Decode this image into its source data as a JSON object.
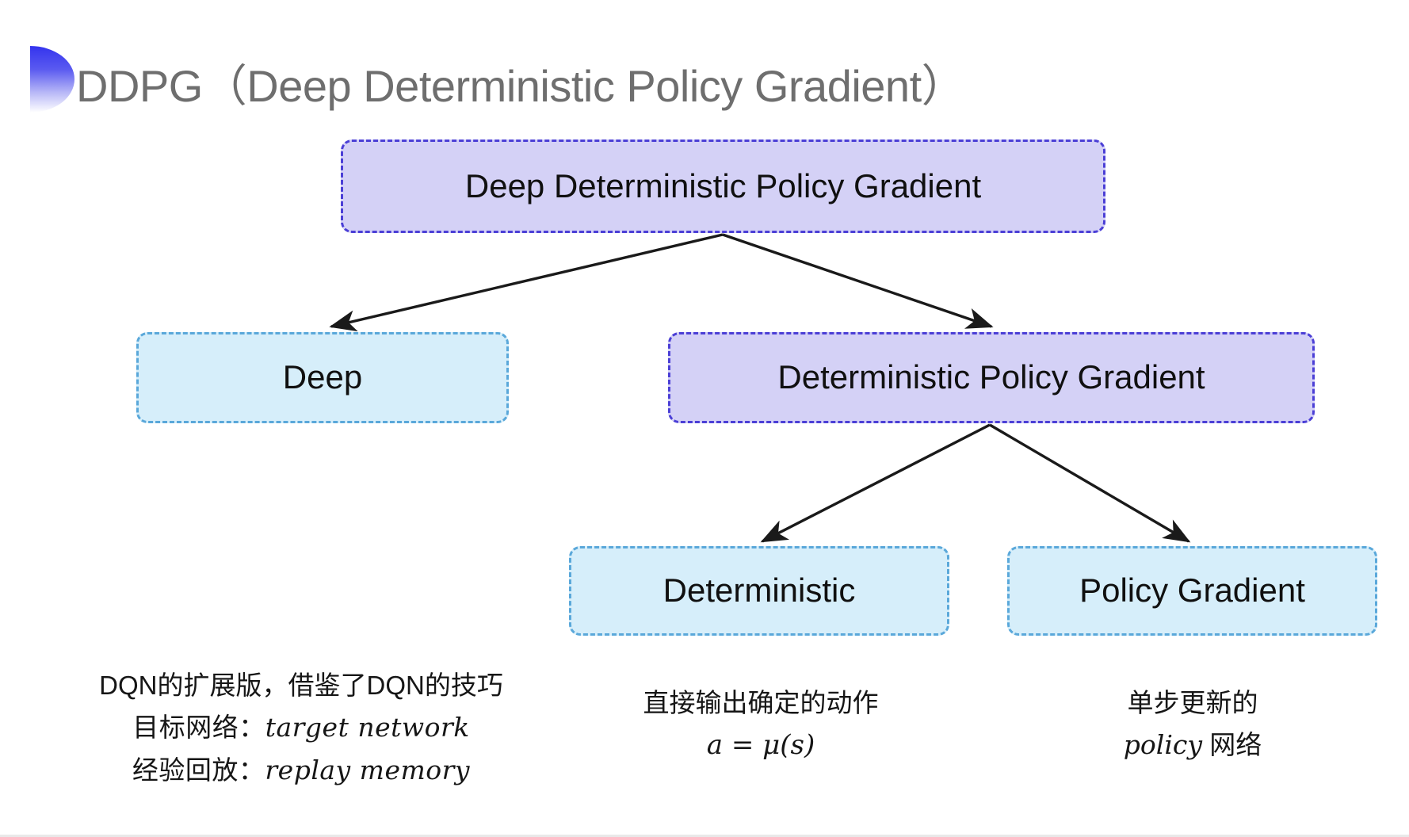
{
  "slide": {
    "title": "DDPG（Deep Deterministic Policy Gradient）",
    "background_color": "#ffffff",
    "title_color": "#6e6e6e",
    "bullet_icon": "half-circle-gradient-icon",
    "bullet_gradient_from": "#3333ee",
    "bullet_gradient_to": "#ffffff"
  },
  "palette": {
    "purple_fill": "#d4d1f6",
    "purple_border": "#4b3fd6",
    "blue_fill": "#d6eefa",
    "blue_border": "#5aa8da",
    "arrow_color": "#1a1a1a",
    "text_color": "#101010"
  },
  "diagram": {
    "type": "tree",
    "nodes": [
      {
        "id": "root",
        "label": "Deep Deterministic Policy Gradient",
        "style": "purple"
      },
      {
        "id": "deep",
        "label": "Deep",
        "style": "blue"
      },
      {
        "id": "dpg",
        "label": "Deterministic Policy Gradient",
        "style": "purple"
      },
      {
        "id": "det",
        "label": "Deterministic",
        "style": "blue"
      },
      {
        "id": "pg",
        "label": "Policy Gradient",
        "style": "blue"
      }
    ],
    "edges": [
      {
        "from": "root",
        "to": "deep"
      },
      {
        "from": "root",
        "to": "dpg"
      },
      {
        "from": "dpg",
        "to": "det"
      },
      {
        "from": "dpg",
        "to": "pg"
      }
    ]
  },
  "annotations": {
    "deep": {
      "line1": "DQN的扩展版，借鉴了DQN的技巧",
      "line2_label": "目标网络：",
      "line2_term": "target network",
      "line3_label": "经验回放：",
      "line3_term": "replay memory"
    },
    "deterministic": {
      "line1": "直接输出确定的动作",
      "formula": "a = μ(s)"
    },
    "policy_gradient": {
      "line1": "单步更新的",
      "line2_term": "policy",
      "line2_rest": " 网络"
    }
  }
}
